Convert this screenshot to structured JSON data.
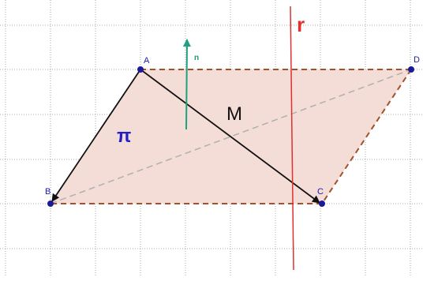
{
  "figure": {
    "points": {
      "A": {
        "label": "A"
      },
      "B": {
        "label": "B"
      },
      "C": {
        "label": "C"
      },
      "D": {
        "label": "D"
      }
    },
    "plane_label": "π",
    "midpoint_label": "M",
    "line_label": "r",
    "normal_label": "n",
    "colors": {
      "grid": "#a8a8a8",
      "plane_fill": "#f3ddd6",
      "plane_edge": "#a0522d",
      "vectors": "#111111",
      "diagonal": "#b0b0b0",
      "normal": "#20a080",
      "line_r": "#e03030",
      "point": "#1a1a99"
    }
  }
}
